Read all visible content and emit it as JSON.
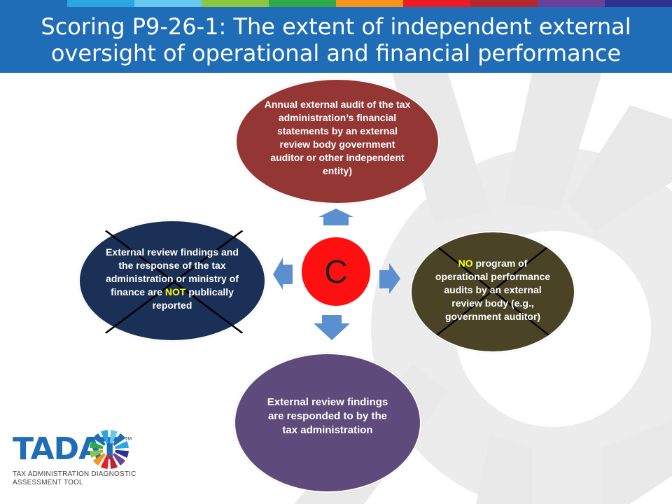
{
  "header": {
    "title_line1": "Scoring P9-26-1: The extent of independent external",
    "title_line2": "oversight of operational and financial performance"
  },
  "top_bar_colors": [
    "#1f6cb7",
    "#2aa7e0",
    "#67c8ef",
    "#8cc63f",
    "#2eaa4a",
    "#f7941d",
    "#ed1c24",
    "#b5282e",
    "#6c3f98",
    "#2e3192"
  ],
  "diagram": {
    "center_label": "C",
    "nodes": {
      "top": {
        "text": "Annual external audit of the tax administration’s financial statements by an external review body government auditor or other independent entity)",
        "color": "#943634",
        "crossed": false
      },
      "right": {
        "highlight": "NO",
        "text": " program of operational performance audits by an external review body (e.g., government auditor)",
        "color": "#4a4326",
        "crossed": true
      },
      "bottom": {
        "text": "External review findings are responded to by the tax administration",
        "color": "#5f4a7c",
        "crossed": false
      },
      "left": {
        "text_before": "External review findings and the response of the tax administration or ministry of finance are ",
        "highlight": "NOT",
        "text_after": " publically reported",
        "color": "#1a3057",
        "crossed": true
      }
    },
    "arrow_color": "#5b8fd0"
  },
  "logo": {
    "word": "TADAT",
    "trademark": "TM",
    "subtitle_line1": "TAX ADMINISTRATION DIAGNOSTIC",
    "subtitle_line2": "ASSESSMENT TOOL"
  }
}
